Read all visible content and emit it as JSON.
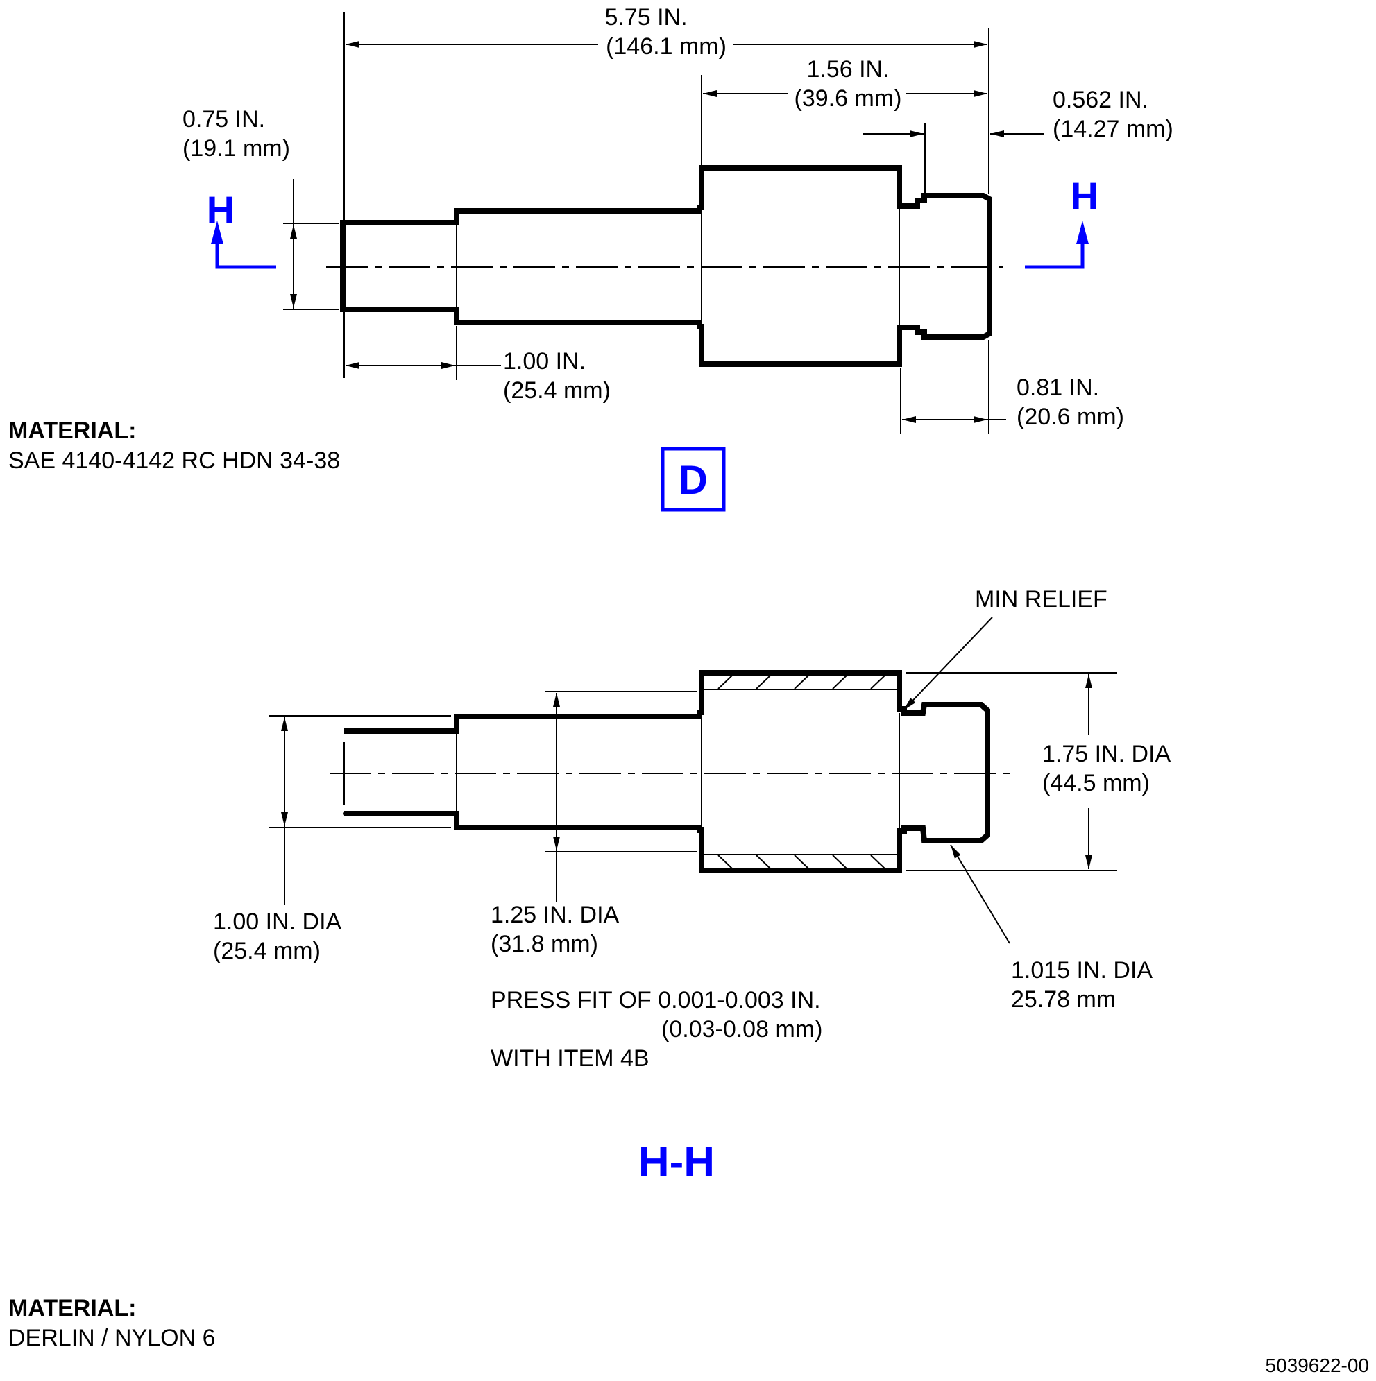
{
  "view_top": {
    "section_marker_label": "H",
    "view_label": "D",
    "dims": {
      "overall_length": {
        "in": "5.75 IN.",
        "mm": "(146.1 mm)"
      },
      "large_section_length": {
        "in": "1.56 IN.",
        "mm": "(39.6 mm)"
      },
      "end_length": {
        "in": "0.562 IN.",
        "mm": "(14.27 mm)"
      },
      "left_height": {
        "in": "0.75 IN.",
        "mm": "(19.1 mm)"
      },
      "left_length": {
        "in": "1.00 IN.",
        "mm": "(25.4 mm)"
      },
      "right_length": {
        "in": "0.81 IN.",
        "mm": "(20.6 mm)"
      }
    },
    "material": {
      "heading": "MATERIAL:",
      "value": "SAE 4140-4142 RC HDN 34-38"
    }
  },
  "view_section": {
    "title": "H-H",
    "min_relief": "MIN RELIEF",
    "dims": {
      "large_dia": {
        "in": "1.75 IN. DIA",
        "mm": "(44.5 mm)"
      },
      "left_dia": {
        "in": "1.00 IN. DIA",
        "mm": "(25.4 mm)"
      },
      "mid_dia": {
        "in": "1.25 IN. DIA",
        "mm": "(31.8 mm)"
      },
      "groove_dia": {
        "in": "1.015 IN. DIA",
        "mm": "25.78 mm"
      }
    },
    "press_fit": {
      "line1": "PRESS FIT OF 0.001-0.003 IN.",
      "line2": "(0.03-0.08 mm)",
      "line3": "WITH ITEM 4B"
    },
    "material": {
      "heading": "MATERIAL:",
      "value": "DERLIN / NYLON 6"
    }
  },
  "document_number": "5039622-00",
  "colors": {
    "accent": "#0000ff",
    "line": "#000000"
  }
}
